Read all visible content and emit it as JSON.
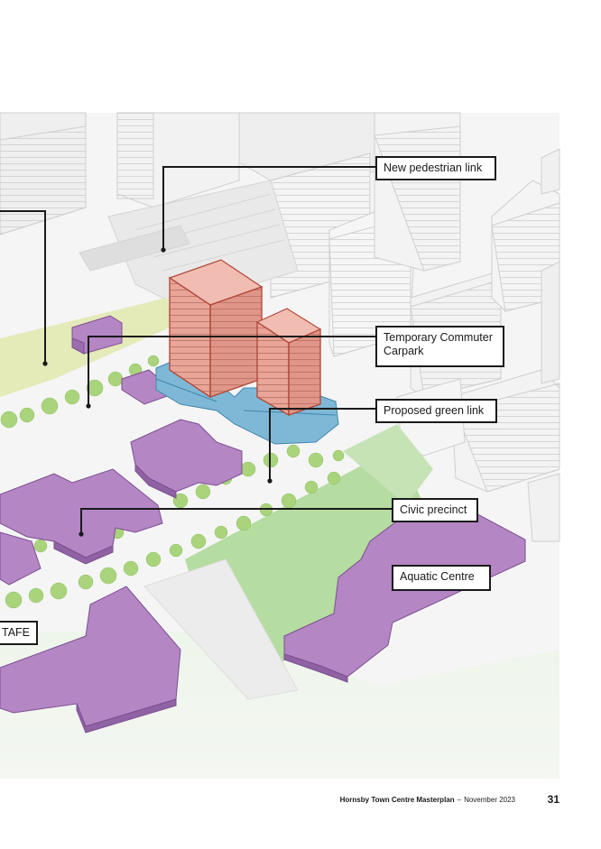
{
  "colors": {
    "proposed_towers": "#e8a598",
    "carpark_podium": "#7fb8d6",
    "civic_buildings": "#b486c4",
    "green_link": "#a6d48c",
    "existing_buildings": "#f0f0f0",
    "trees": "#9fcf70"
  },
  "callouts": {
    "pedestrian_link": "New pedestrian link",
    "commuter_carpark_line1": "Temporary Commuter",
    "commuter_carpark_line2": "Carpark",
    "green_link": "Proposed green link",
    "civic_precinct": "Civic precinct",
    "aquatic_centre": "Aquatic Centre",
    "tafe": "TAFE"
  },
  "footer": {
    "document_title": "Hornsby Town Centre Masterplan",
    "separator": "–",
    "date": "November 2023",
    "page_number": "31"
  }
}
